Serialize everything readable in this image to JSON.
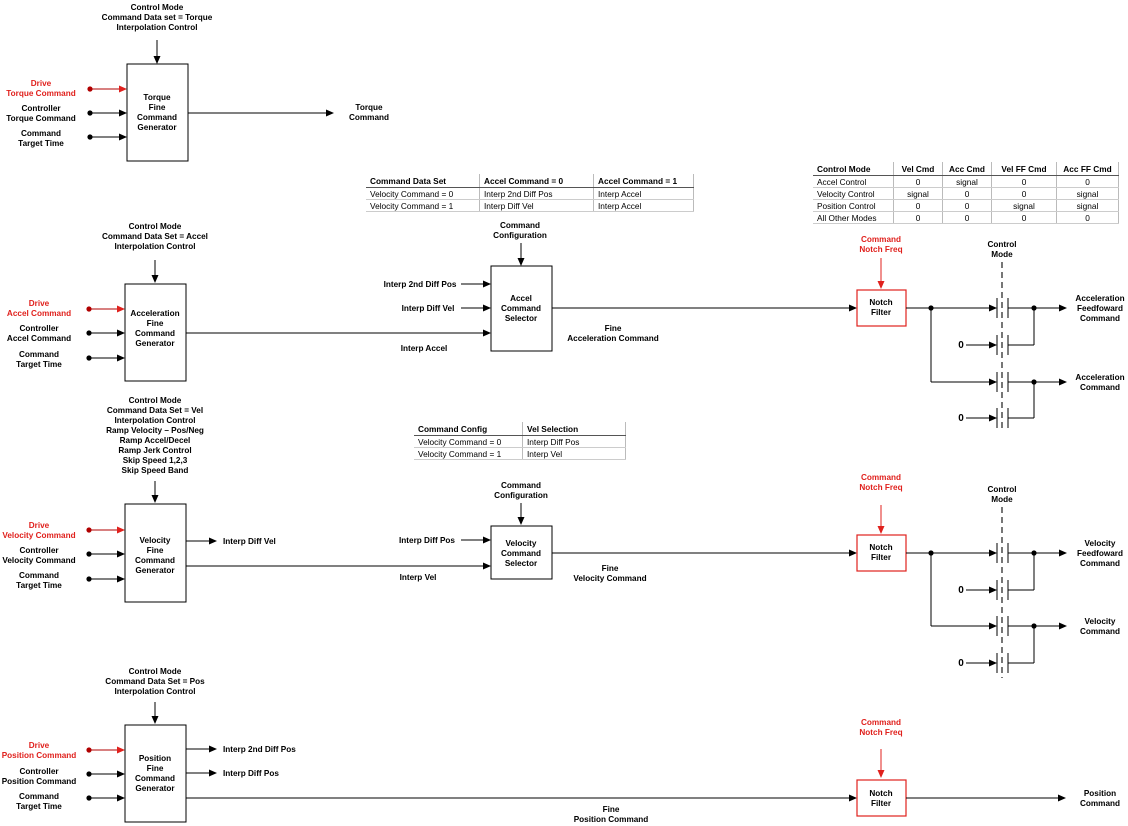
{
  "torque": {
    "header": [
      "Control Mode",
      "Command Data set = Torque",
      "Interpolation Control"
    ],
    "inputs": [
      [
        "Drive",
        "Torque Command"
      ],
      [
        "Controller",
        "Torque Command"
      ],
      [
        "Command",
        "Target Time"
      ]
    ],
    "block": [
      "Torque",
      "Fine",
      "Command",
      "Generator"
    ],
    "output": [
      "Torque",
      "Command"
    ]
  },
  "accel": {
    "header": [
      "Control Mode",
      "Command Data Set = Accel",
      "Interpolation Control"
    ],
    "inputs": [
      [
        "Drive",
        "Accel Command"
      ],
      [
        "Controller",
        "Accel Command"
      ],
      [
        "Command",
        "Target Time"
      ]
    ],
    "block": [
      "Acceleration",
      "Fine",
      "Command",
      "Generator"
    ],
    "interp_accel": "Interp Accel",
    "selector_config": [
      "Command",
      "Configuration"
    ],
    "selector_inputs": [
      "Interp 2nd Diff Pos",
      "Interp Diff Vel"
    ],
    "selector": [
      "Accel",
      "Command",
      "Selector"
    ],
    "fine_out": [
      "Fine",
      "Acceleration Command"
    ],
    "notch_freq": [
      "Command",
      "Notch Freq"
    ],
    "notch": [
      "Notch",
      "Filter"
    ],
    "control_mode": [
      "Control",
      "Mode"
    ],
    "zero": "0",
    "outputs": [
      [
        "Acceleration",
        "Feedfoward",
        "Command"
      ],
      [
        "Acceleration",
        "Command"
      ]
    ]
  },
  "velocity": {
    "header": [
      "Control Mode",
      "Command Data Set = Vel",
      "Interpolation Control",
      "Ramp Velocity – Pos/Neg",
      "Ramp Accel/Decel",
      "Ramp Jerk Control",
      "Skip Speed 1,2,3",
      "Skip Speed Band"
    ],
    "inputs": [
      [
        "Drive",
        "Velocity Command"
      ],
      [
        "Controller",
        "Velocity Command"
      ],
      [
        "Command",
        "Target Time"
      ]
    ],
    "block": [
      "Velocity",
      "Fine",
      "Command",
      "Generator"
    ],
    "interp_diff_vel": "Interp Diff Vel",
    "interp_vel": "Interp Vel",
    "selector_config": [
      "Command",
      "Configuration"
    ],
    "selector_inputs": [
      "Interp Diff Pos"
    ],
    "selector": [
      "Velocity",
      "Command",
      "Selector"
    ],
    "fine_out": [
      "Fine",
      "Velocity Command"
    ],
    "notch_freq": [
      "Command",
      "Notch Freq"
    ],
    "notch": [
      "Notch",
      "Filter"
    ],
    "control_mode": [
      "Control",
      "Mode"
    ],
    "zero": "0",
    "outputs": [
      [
        "Velocity",
        "Feedfoward",
        "Command"
      ],
      [
        "Velocity",
        "Command"
      ]
    ]
  },
  "position": {
    "header": [
      "Control Mode",
      "Command Data Set = Pos",
      "Interpolation Control"
    ],
    "inputs": [
      [
        "Drive",
        "Position Command"
      ],
      [
        "Controller",
        "Position Command"
      ],
      [
        "Command",
        "Target Time"
      ]
    ],
    "block": [
      "Position",
      "Fine",
      "Command",
      "Generator"
    ],
    "side_outputs": [
      "Interp 2nd Diff Pos",
      "Interp Diff Pos"
    ],
    "fine_out": [
      "Fine",
      "Position Command"
    ],
    "notch_freq": [
      "Command",
      "Notch Freq"
    ],
    "notch": [
      "Notch",
      "Filter"
    ],
    "output": [
      "Position",
      "Command"
    ]
  },
  "table_accel_select": {
    "headers": [
      "Command Data Set",
      "Accel Command = 0",
      "Accel Command = 1"
    ],
    "rows": [
      [
        "Velocity Command = 0",
        "Interp 2nd Diff Pos",
        "Interp Accel"
      ],
      [
        "Velocity Command = 1",
        "Interp Diff Vel",
        "Interp Accel"
      ]
    ]
  },
  "table_mode": {
    "headers": [
      "Control Mode",
      "Vel Cmd",
      "Acc Cmd",
      "Vel FF Cmd",
      "Acc FF Cmd"
    ],
    "rows": [
      [
        "Accel Control",
        "0",
        "signal",
        "0",
        "0"
      ],
      [
        "Velocity Control",
        "signal",
        "0",
        "0",
        "signal"
      ],
      [
        "Position Control",
        "0",
        "0",
        "signal",
        "signal"
      ],
      [
        "All Other Modes",
        "0",
        "0",
        "0",
        "0"
      ]
    ]
  },
  "table_vel_select": {
    "headers": [
      "Command Config",
      "Vel Selection"
    ],
    "rows": [
      [
        "Velocity Command = 0",
        "Interp Diff Pos"
      ],
      [
        "Velocity Command = 1",
        "Interp Vel"
      ]
    ]
  },
  "colors": {
    "highlight": "#e0211d",
    "line": "#000000"
  }
}
